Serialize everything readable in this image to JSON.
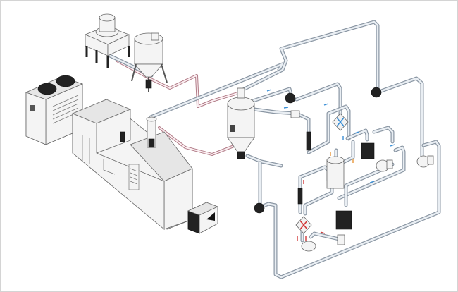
{
  "diagram": {
    "title": "",
    "type": "isometric process flow / material drying and conveying system",
    "colors": {
      "conveying_pipe": "#8a96a3",
      "hot_air_pipe": "#b07a86",
      "flow_arrow_blue": "#3a8fd6",
      "flow_arrow_red": "#d23a3a",
      "flow_arrow_orange": "#e8973a",
      "valve_blue_cross": "#3a8fd6",
      "valve_red_cross": "#d23a3a"
    },
    "components": [
      {
        "id": "chiller",
        "label": "chiller-unit"
      },
      {
        "id": "octabin",
        "label": "bulk-container-frame"
      },
      {
        "id": "storage-hopper",
        "label": "storage-hopper"
      },
      {
        "id": "injection-machine",
        "label": "injection-molding-machine"
      },
      {
        "id": "machine-loader",
        "label": "machine-loader"
      },
      {
        "id": "drying-hopper",
        "label": "drying-hopper"
      },
      {
        "id": "mold-temp-controller",
        "label": "mold-temperature-controller"
      },
      {
        "id": "vacuum-blower-1",
        "label": "vacuum-blower"
      },
      {
        "id": "vacuum-blower-2",
        "label": "vacuum-blower"
      },
      {
        "id": "vacuum-blower-3",
        "label": "vacuum-blower"
      },
      {
        "id": "process-blower-1",
        "label": "process-blower"
      },
      {
        "id": "process-blower-2",
        "label": "process-blower"
      },
      {
        "id": "process-blower-3",
        "label": "process-blower"
      },
      {
        "id": "diverter-valve-blue",
        "label": "diverter-valve-open"
      },
      {
        "id": "diverter-valve-red",
        "label": "diverter-valve-closed"
      },
      {
        "id": "desiccant-bed",
        "label": "desiccant-tower"
      },
      {
        "id": "heat-exchanger-1",
        "label": "heat-exchanger"
      },
      {
        "id": "heat-exchanger-2",
        "label": "heat-exchanger"
      },
      {
        "id": "heater-1",
        "label": "heater"
      },
      {
        "id": "heater-2",
        "label": "heater"
      },
      {
        "id": "filter",
        "label": "filter"
      }
    ]
  }
}
